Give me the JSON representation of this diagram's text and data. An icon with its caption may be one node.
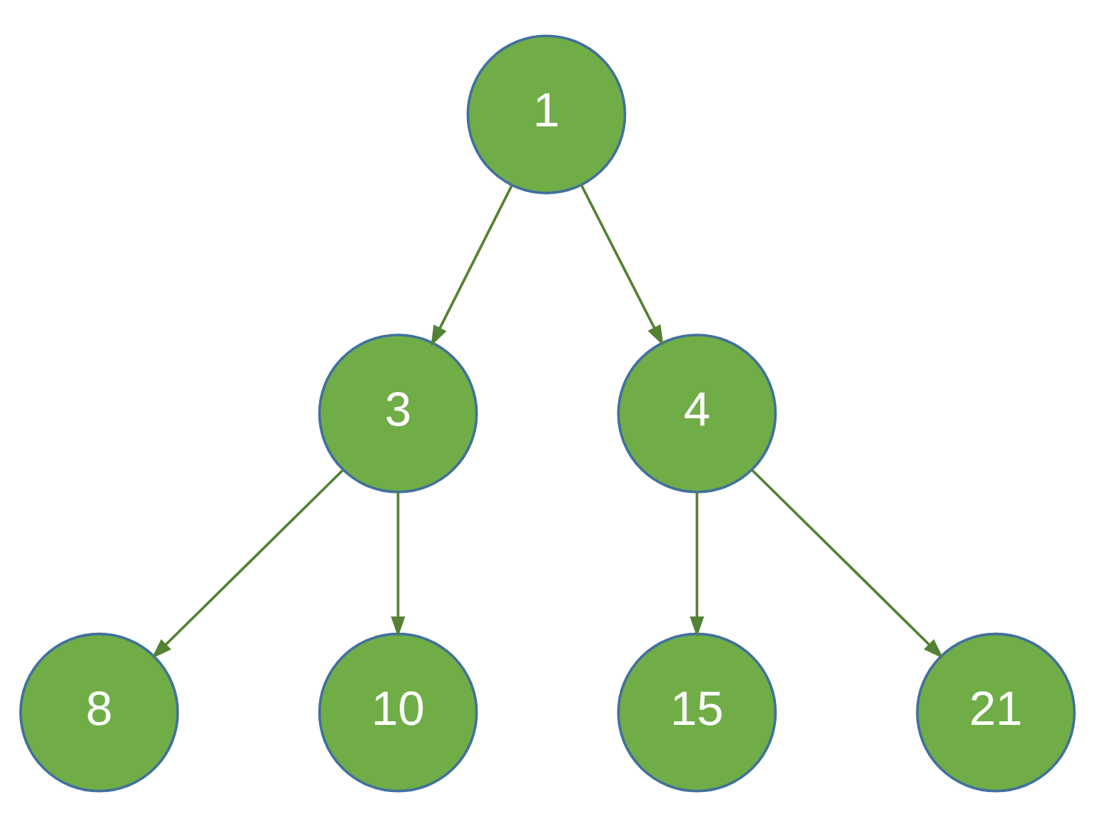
{
  "diagram": {
    "nodes": [
      {
        "text": [
          "1"
        ]
      },
      {
        "text": [
          "3"
        ]
      },
      {
        "text": [
          "4"
        ]
      },
      {
        "text": [
          "8"
        ]
      },
      {
        "text": [
          "10"
        ]
      },
      {
        "text": [
          "15"
        ]
      },
      {
        "text": [
          "21"
        ]
      }
    ],
    "edges": [
      {
        "from": 0,
        "to": 1,
        "arrow": "to"
      },
      {
        "from": 0,
        "to": 2,
        "arrow": "to"
      },
      {
        "from": 1,
        "to": 3,
        "arrow": "to"
      },
      {
        "from": 1,
        "to": 4,
        "arrow": "to"
      },
      {
        "from": 2,
        "to": 5,
        "arrow": "to"
      },
      {
        "from": 2,
        "to": 6,
        "arrow": "to"
      }
    ]
  }
}
